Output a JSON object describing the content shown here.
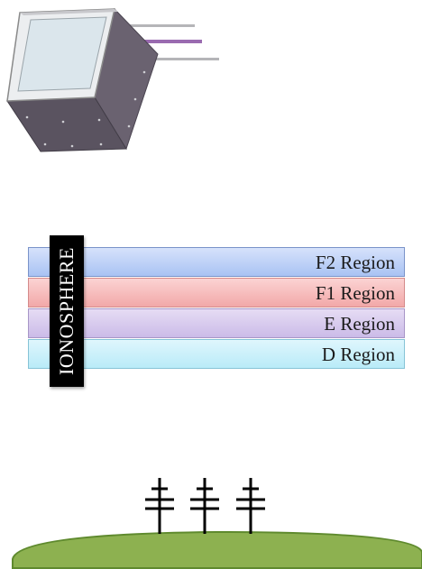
{
  "diagram": {
    "ionosphere_label": "IONOSPHERE",
    "layers": [
      {
        "id": "f2",
        "label": "F2 Region",
        "color": "#a9c3f3"
      },
      {
        "id": "f1",
        "label": "F1 Region",
        "color": "#f2a8a8"
      },
      {
        "id": "e",
        "label": "E Region",
        "color": "#cbbbe8"
      },
      {
        "id": "d",
        "label": "D Region",
        "color": "#b9ebf8"
      }
    ],
    "ground_color": "#8db150",
    "satellite_body_color": "#5f5865",
    "antenna_accent_color": "#9a6bb0"
  }
}
